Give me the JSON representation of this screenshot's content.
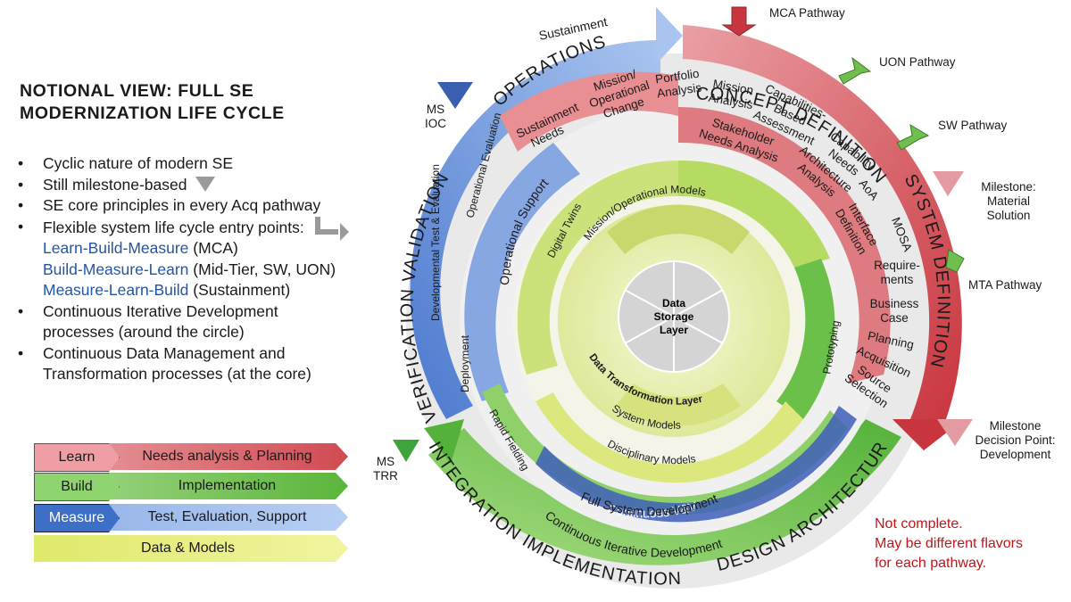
{
  "title": [
    "NOTIONAL VIEW: FULL SE",
    "MODERNIZATION LIFE CYCLE"
  ],
  "bullets": [
    "Cyclic nature of modern SE",
    "Still milestone-based",
    "SE core principles in every Acq pathway",
    "Flexible system life cycle entry points:",
    "Continuous Iterative Development",
    "processes (around the circle)",
    "Continuous Data Management and",
    "Transformation processes (at the core)"
  ],
  "entry_points": [
    {
      "method": "Learn-Build-Measure",
      "scope": " (MCA)"
    },
    {
      "method": "Build-Measure-Learn",
      "scope": " (Mid-Tier, SW, UON)"
    },
    {
      "method": "Measure-Learn-Build",
      "scope": " (Sustainment)"
    }
  ],
  "legend": [
    {
      "tag": "Learn",
      "desc": "Needs analysis & Planning",
      "color": "#d9686d"
    },
    {
      "tag": "Build",
      "desc": "Implementation",
      "color": "#6fbf4f"
    },
    {
      "tag": "Measure",
      "desc": "Test, Evaluation, Support",
      "color": "#4f7fd0"
    },
    {
      "tag": "",
      "desc": "Data & Models",
      "color": "#e7ef6a"
    }
  ],
  "outer_ring": {
    "concept": "CONCEPT DEFINITION",
    "system": "SYSTEM DEFINITION",
    "design_arch": "DESIGN   ARCHITECTURE",
    "integration": "INTEGRATION    IMPLEMENTATION",
    "vv": "VERIFICATION   VALIDATION",
    "ops": "OPERATIONS   SUPPORT",
    "sustainment": "Sustainment"
  },
  "red_band": {
    "items": [
      "Sustainment Needs",
      "Mission/ Operational Change",
      "Portfolio Analysis",
      "Mission Analysis",
      "Capabilities-Based Assessment",
      "Capability Needs",
      "Stakeholder Needs Analysis",
      "Architecture Analysis",
      "AoA",
      "Interface Definition",
      "MOSA",
      "Require-ments",
      "Business Case",
      "Planning",
      "Acquisition",
      "Source Selection"
    ]
  },
  "blue_band": {
    "operational_support": "Operational  Support",
    "operational_evaluation": "Operational Evaluation",
    "dev_test": "Developmental Test & Evaluation",
    "deployment": "Deployment",
    "continuous_vv": "Continuous V&V"
  },
  "green_band": {
    "rapid_fielding": "Rapid Fielding",
    "full_system": "Full System Development",
    "continuous_iter": "Continuous Iterative Development",
    "prototyping": "Prototyping"
  },
  "yellow_band": {
    "digital_twins": "Digital Twins",
    "mission_models": "Mission/Operational Models",
    "system_models": "System Models",
    "disciplinary_models": "Disciplinary Models",
    "data_transformation": "Data Transformation Layer",
    "data_storage": [
      "Data",
      "Storage",
      "Layer"
    ]
  },
  "pathways": [
    "MCA Pathway",
    "UON Pathway",
    "SW Pathway",
    "MTA Pathway"
  ],
  "milestones": [
    {
      "label": [
        "MS",
        "IOC"
      ],
      "color": "#3a5fb0"
    },
    {
      "label": [
        "MS",
        "TRR"
      ],
      "color": "#3fa43a"
    },
    {
      "label": [
        "Milestone:",
        "Material",
        "Solution"
      ],
      "color": "#d9686d"
    },
    {
      "label": [
        "Milestone",
        "Decision Point:",
        "Development"
      ],
      "color": "#d9686d"
    }
  ],
  "note": [
    "Not complete.",
    "May be different flavors",
    "for each pathway."
  ]
}
